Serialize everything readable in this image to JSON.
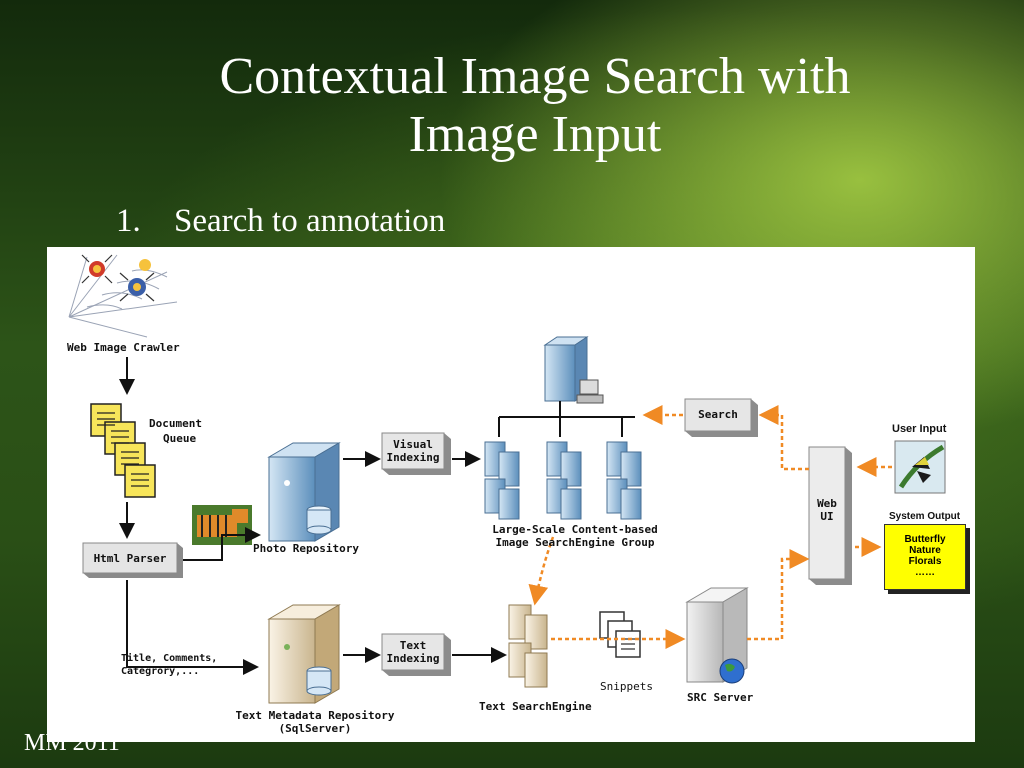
{
  "slide": {
    "title_line1": "Contextual Image Search with",
    "title_line2": "Image Input",
    "bullet_number": "1.",
    "bullet_text": "Search to annotation",
    "footer": "MM 2011"
  },
  "diagram": {
    "web_image_crawler": "Web Image Crawler",
    "document_queue_1": "Document",
    "document_queue_2": "Queue",
    "html_parser": "Html Parser",
    "photo_repository": "Photo Repository",
    "visual_indexing_1": "Visual",
    "visual_indexing_2": "Indexing",
    "engine_group_1": "Large-Scale Content-based",
    "engine_group_2": "Image SearchEngine Group",
    "search": "Search",
    "web_ui_1": "Web",
    "web_ui_2": "UI",
    "user_input": "User Input",
    "system_output": "System Output",
    "output_words": [
      "Butterfly",
      "Nature",
      "Florals",
      "……"
    ],
    "parser_fields_1": "Title, Comments,",
    "parser_fields_2": "Categrory,...",
    "text_indexing_1": "Text",
    "text_indexing_2": "Indexing",
    "text_metadata_1": "Text Metadata Repository",
    "text_metadata_2": "(SqlServer)",
    "text_searchengine": "Text SearchEngine",
    "snippets": "Snippets",
    "src_server": "SRC Server"
  },
  "colors": {
    "accent_orange": "#f08a24",
    "server_blue": "#9fc3e0",
    "server_beige": "#efe2c8",
    "output_yellow": "#ffff00"
  }
}
